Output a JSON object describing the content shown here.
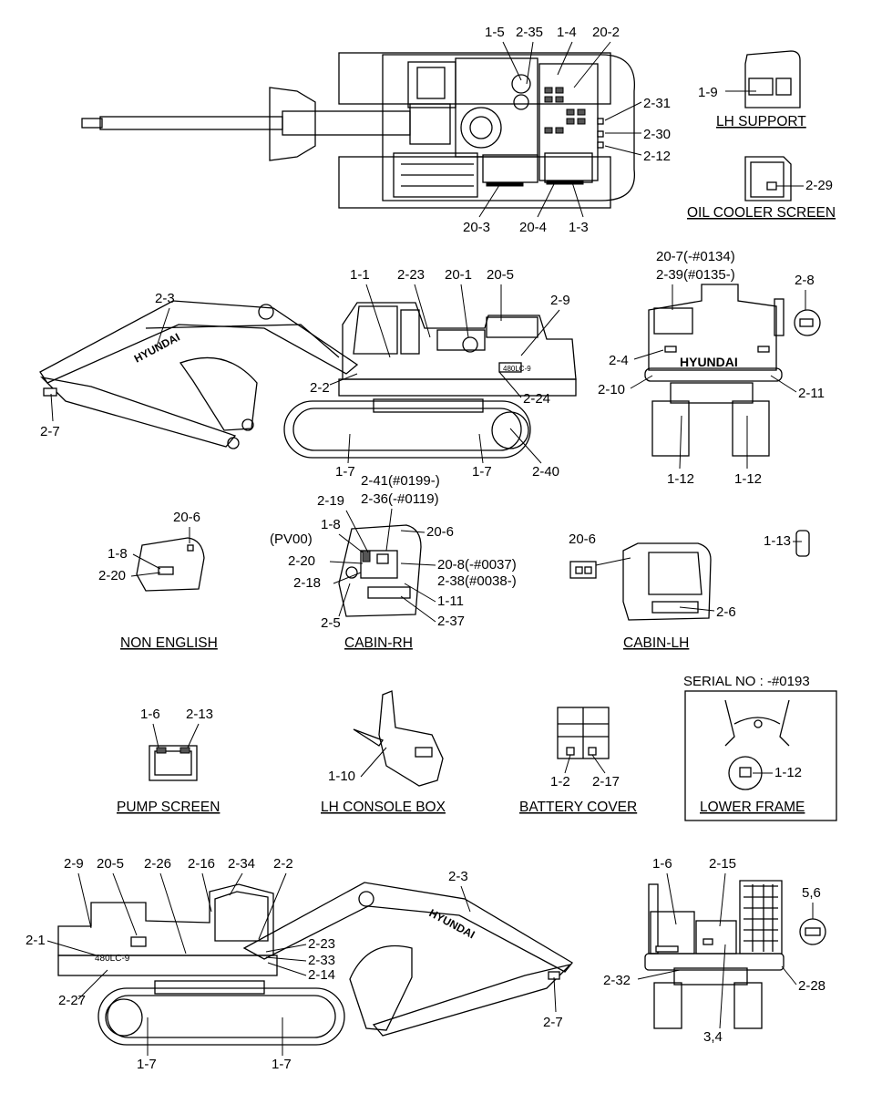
{
  "captions": {
    "lh_support": "LH SUPPORT",
    "oil_cooler_screen": "OIL COOLER SCREEN",
    "non_english": "NON ENGLISH",
    "cabin_rh": "CABIN-RH",
    "cabin_lh": "CABIN-LH",
    "serial_no": "SERIAL NO : -#0193",
    "pump_screen": "PUMP SCREEN",
    "lh_console_box": "LH CONSOLE BOX",
    "battery_cover": "BATTERY COVER",
    "lower_frame": "LOWER FRAME"
  },
  "brand": {
    "name": "HYUNDAI",
    "model": "480LC-9"
  },
  "labels": {
    "top": [
      "1-5",
      "2-35",
      "1-4",
      "20-2",
      "2-31",
      "2-30",
      "2-12",
      "20-3",
      "20-4",
      "1-3",
      "1-9",
      "2-29"
    ],
    "side": [
      "2-3",
      "1-1",
      "2-23",
      "20-1",
      "20-5",
      "2-9",
      "2-2",
      "2-24",
      "2-40",
      "2-7",
      "1-7",
      "1-7"
    ],
    "rear": [
      "20-7(-#0134)",
      "2-39(#0135-)",
      "2-8",
      "2-4",
      "2-10",
      "2-11",
      "1-12",
      "1-12"
    ],
    "cabin": [
      "20-6",
      "1-8",
      "2-20",
      "2-41(#0199-)",
      "2-36(-#0119)",
      "2-19",
      "1-8",
      "(PV00)",
      "20-6",
      "2-20",
      "2-18",
      "20-8(-#0037)",
      "2-38(#0038-)",
      "1-11",
      "2-37",
      "2-5",
      "20-6",
      "1-13",
      "2-6"
    ],
    "mid": [
      "1-6",
      "2-13",
      "1-10",
      "1-2",
      "2-17",
      "1-12"
    ],
    "bottom": [
      "2-9",
      "20-5",
      "2-26",
      "2-16",
      "2-34",
      "2-2",
      "2-3",
      "2-1",
      "2-23",
      "2-33",
      "2-14",
      "2-27",
      "1-7",
      "1-7",
      "2-7"
    ],
    "front": [
      "1-6",
      "2-15",
      "5,6",
      "2-32",
      "2-28",
      "3,4"
    ]
  }
}
